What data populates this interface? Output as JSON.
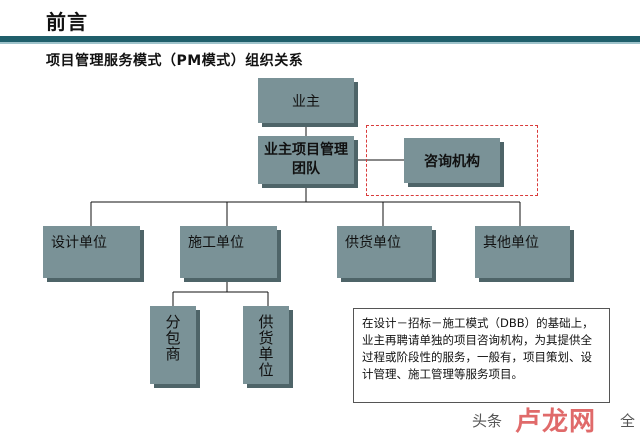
{
  "header": {
    "title": "前言"
  },
  "subtitle": "项目管理服务模式（PM模式）组织关系",
  "nodes": {
    "owner": "业主",
    "pm_team": "业主项目管理团队",
    "consult": "咨询机构",
    "design": "设计单位",
    "construct": "施工单位",
    "supply": "供货单位",
    "other": "其他单位",
    "sub": "分包商",
    "sub_supply": "供货单位"
  },
  "note": "在设计－招标－施工模式（DBB）的基础上，业主再聘请单独的项目咨询机构，为其提供全过程或阶段性的服务，一般有，项目策划、设计管理、施工管理等服务项目。",
  "watermark": {
    "prefix": "头条",
    "brand": "卢龙网",
    "suffix": "全"
  },
  "colors": {
    "header_bar": "#1f5f6b",
    "box_fill": "#7a9297",
    "dashed_border": "#d93b3b"
  }
}
